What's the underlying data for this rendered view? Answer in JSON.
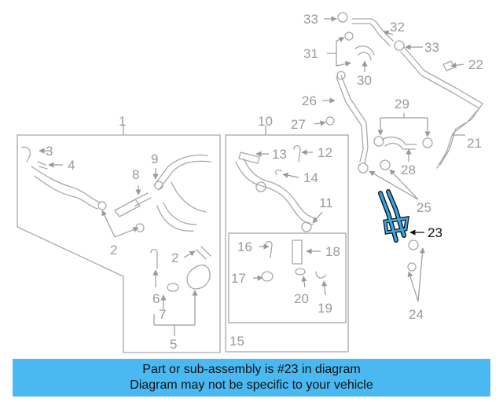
{
  "diagram": {
    "callouts": {
      "c1": "1",
      "c2a": "2",
      "c2b": "2",
      "c3": "3",
      "c4": "4",
      "c5": "5",
      "c6": "6",
      "c7": "7",
      "c8": "8",
      "c9": "9",
      "c10": "10",
      "c11": "11",
      "c12": "12",
      "c13": "13",
      "c14": "14",
      "c15": "15",
      "c16": "16",
      "c17": "17",
      "c18": "18",
      "c19": "19",
      "c20": "20",
      "c21": "21",
      "c22": "22",
      "c23": "23",
      "c24": "24",
      "c25": "25",
      "c26": "26",
      "c27": "27",
      "c28": "28",
      "c29": "29",
      "c30": "30",
      "c31": "31",
      "c32": "32",
      "c33a": "33",
      "c33b": "33"
    },
    "highlight_color": "#3aa6e6"
  },
  "banner": {
    "line1": "Part or sub-assembly is #23 in diagram",
    "line2": "Diagram may not be specific to your vehicle",
    "color": "#4ab9f2"
  }
}
